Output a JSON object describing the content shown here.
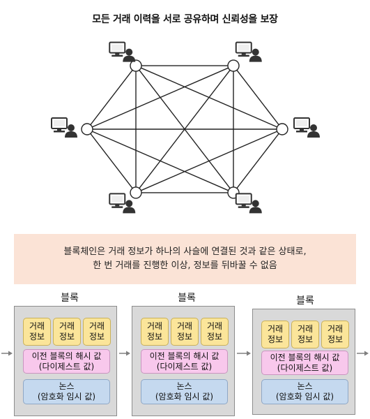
{
  "title": "모든 거래 이력을 서로 공유하며 신뢰성을 보장",
  "network": {
    "node_count": 6,
    "node_icon": "computer-user-icon",
    "topology": "fully-connected"
  },
  "banner": {
    "line1": "블록체인은 거래 정보가 하나의 사슬에 연결된 것과 같은 상태로,",
    "line2": "한 번 거래를 진행한 이상, 정보를 뒤바꿀 수 없음"
  },
  "blocks": [
    {
      "label": "블록",
      "transactions": [
        {
          "line1": "거래",
          "line2": "정보"
        },
        {
          "line1": "거래",
          "line2": "정보"
        },
        {
          "line1": "거래",
          "line2": "정보"
        }
      ],
      "hash": {
        "line1": "이전 블록의 해시 값",
        "line2": "(다이제스트 값)"
      },
      "nonce": {
        "line1": "논스",
        "line2": "(암호화 임시 값)"
      }
    },
    {
      "label": "블록",
      "transactions": [
        {
          "line1": "거래",
          "line2": "정보"
        },
        {
          "line1": "거래",
          "line2": "정보"
        },
        {
          "line1": "거래",
          "line2": "정보"
        }
      ],
      "hash": {
        "line1": "이전 블록의 해시 값",
        "line2": "(다이제스트 값)"
      },
      "nonce": {
        "line1": "논스",
        "line2": "(암호화 임시 값)"
      }
    },
    {
      "label": "블록",
      "transactions": [
        {
          "line1": "거래",
          "line2": "정보"
        },
        {
          "line1": "거래",
          "line2": "정보"
        },
        {
          "line1": "거래",
          "line2": "정보"
        }
      ],
      "hash": {
        "line1": "이전 블록의 해시 값",
        "line2": "(다이제스트 값)"
      },
      "nonce": {
        "line1": "논스",
        "line2": "(암호화 임시 값)"
      }
    }
  ],
  "colors": {
    "banner_bg": "#fbe3d6",
    "block_bg": "#d9d9d9",
    "transaction_bg": "#fbe59a",
    "hash_bg": "#f8c8ec",
    "nonce_bg": "#c5d9ef",
    "arrow": "#7f7f7f"
  }
}
